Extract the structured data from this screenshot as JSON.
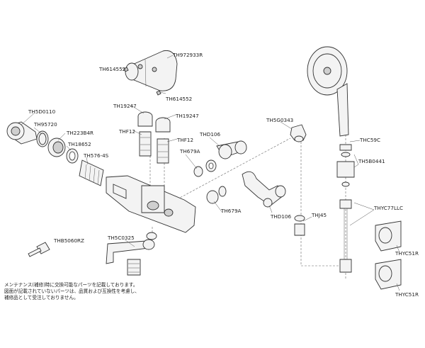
{
  "labels": {
    "th972933r": "TH972933R",
    "th614552_a": "TH614552",
    "th614552_b": "TH614552",
    "th19247_a": "TH19247",
    "th19247_b": "TH19247",
    "thf12_a": "THF12",
    "thf12_b": "THF12",
    "th5d0110": "TH5D0110",
    "th95720": "TH95720",
    "th223b4r": "TH223B4R",
    "th18652": "TH18652",
    "th576_4s": "TH576-4S",
    "thd106_a": "THD106",
    "thd106_b": "THD106",
    "th679a_a": "TH679A",
    "th679a_b": "TH679A",
    "th5g0343": "TH5G0343",
    "thj45": "THJ45",
    "thc59c": "THC59C",
    "th5b0441": "TH5B0441",
    "thyc77llc": "THYC77LLC",
    "thyc51r_a": "THYC51R",
    "thyc51r_b": "THYC51R",
    "thb5060rz": "THB5060RZ",
    "th5c0325": "TH5C0325"
  },
  "note": {
    "line1": "メンテナンス(補修)時に交換可能なパーツを記載しております。",
    "line2": "図面が記載されていないパーツは、品質および互換性を考慮し、",
    "line3": "補修品として受注しておりません。"
  }
}
